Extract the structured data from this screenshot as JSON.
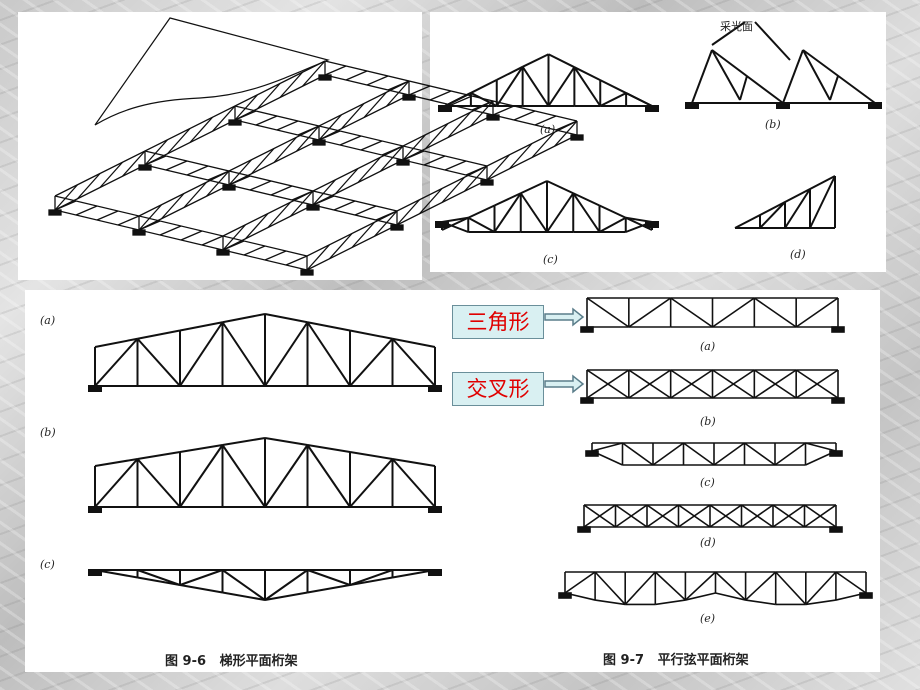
{
  "figures": {
    "top_right": {
      "labels": [
        "(a)",
        "(b)",
        "(c)",
        "(d)"
      ],
      "skylight_label": "采光面"
    },
    "fig_9_6": {
      "labels": [
        "(a)",
        "(b)",
        "(c)"
      ],
      "caption": "图 9-6   梯形平面桁架"
    },
    "fig_9_7": {
      "labels": [
        "(a)",
        "(b)",
        "(c)",
        "(d)",
        "(e)"
      ],
      "caption": "图 9-7   平行弦平面桁架"
    }
  },
  "callouts": {
    "triangle": "三角形",
    "cross": "交叉形"
  },
  "colors": {
    "callout_text": "#e00000",
    "callout_bg": "#d9f0f2"
  }
}
